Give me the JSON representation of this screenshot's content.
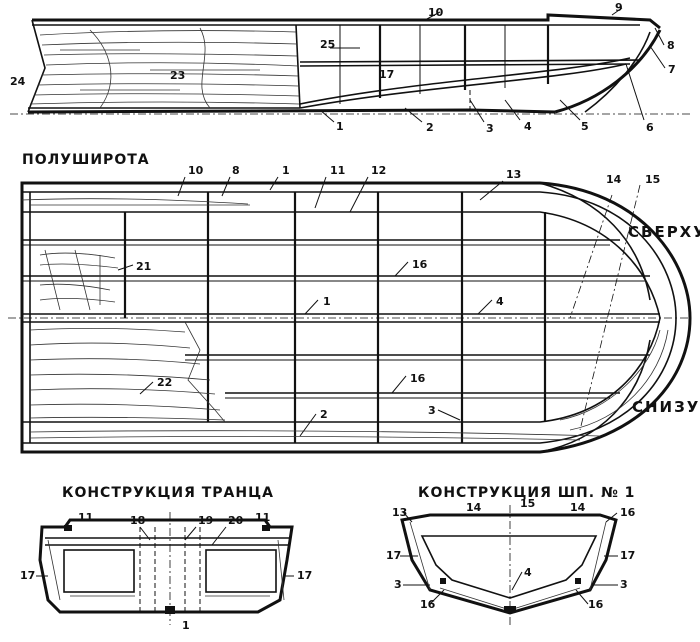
{
  "titles": {
    "plan": "ПОЛУШИРОТА",
    "top": "СВЕРХУ",
    "bottom": "СНИЗУ",
    "transom": "КОНСТРУКЦИЯ ТРАНЦА",
    "frame": "КОНСТРУКЦИЯ ШП. № 1"
  },
  "labels": {
    "side": [
      "10",
      "9",
      "8",
      "7",
      "6",
      "5",
      "4",
      "3",
      "2",
      "1",
      "17",
      "23",
      "24",
      "25"
    ],
    "plan": [
      "10",
      "8",
      "1",
      "11",
      "12",
      "13",
      "14",
      "15",
      "16",
      "21",
      "1",
      "4",
      "16",
      "22",
      "3",
      "2"
    ],
    "transom": [
      "11",
      "18",
      "19",
      "20",
      "11",
      "17",
      "17",
      "1"
    ],
    "frame": [
      "13",
      "14",
      "15",
      "14",
      "16",
      "17",
      "17",
      "4",
      "3",
      "3",
      "16",
      "16"
    ]
  }
}
